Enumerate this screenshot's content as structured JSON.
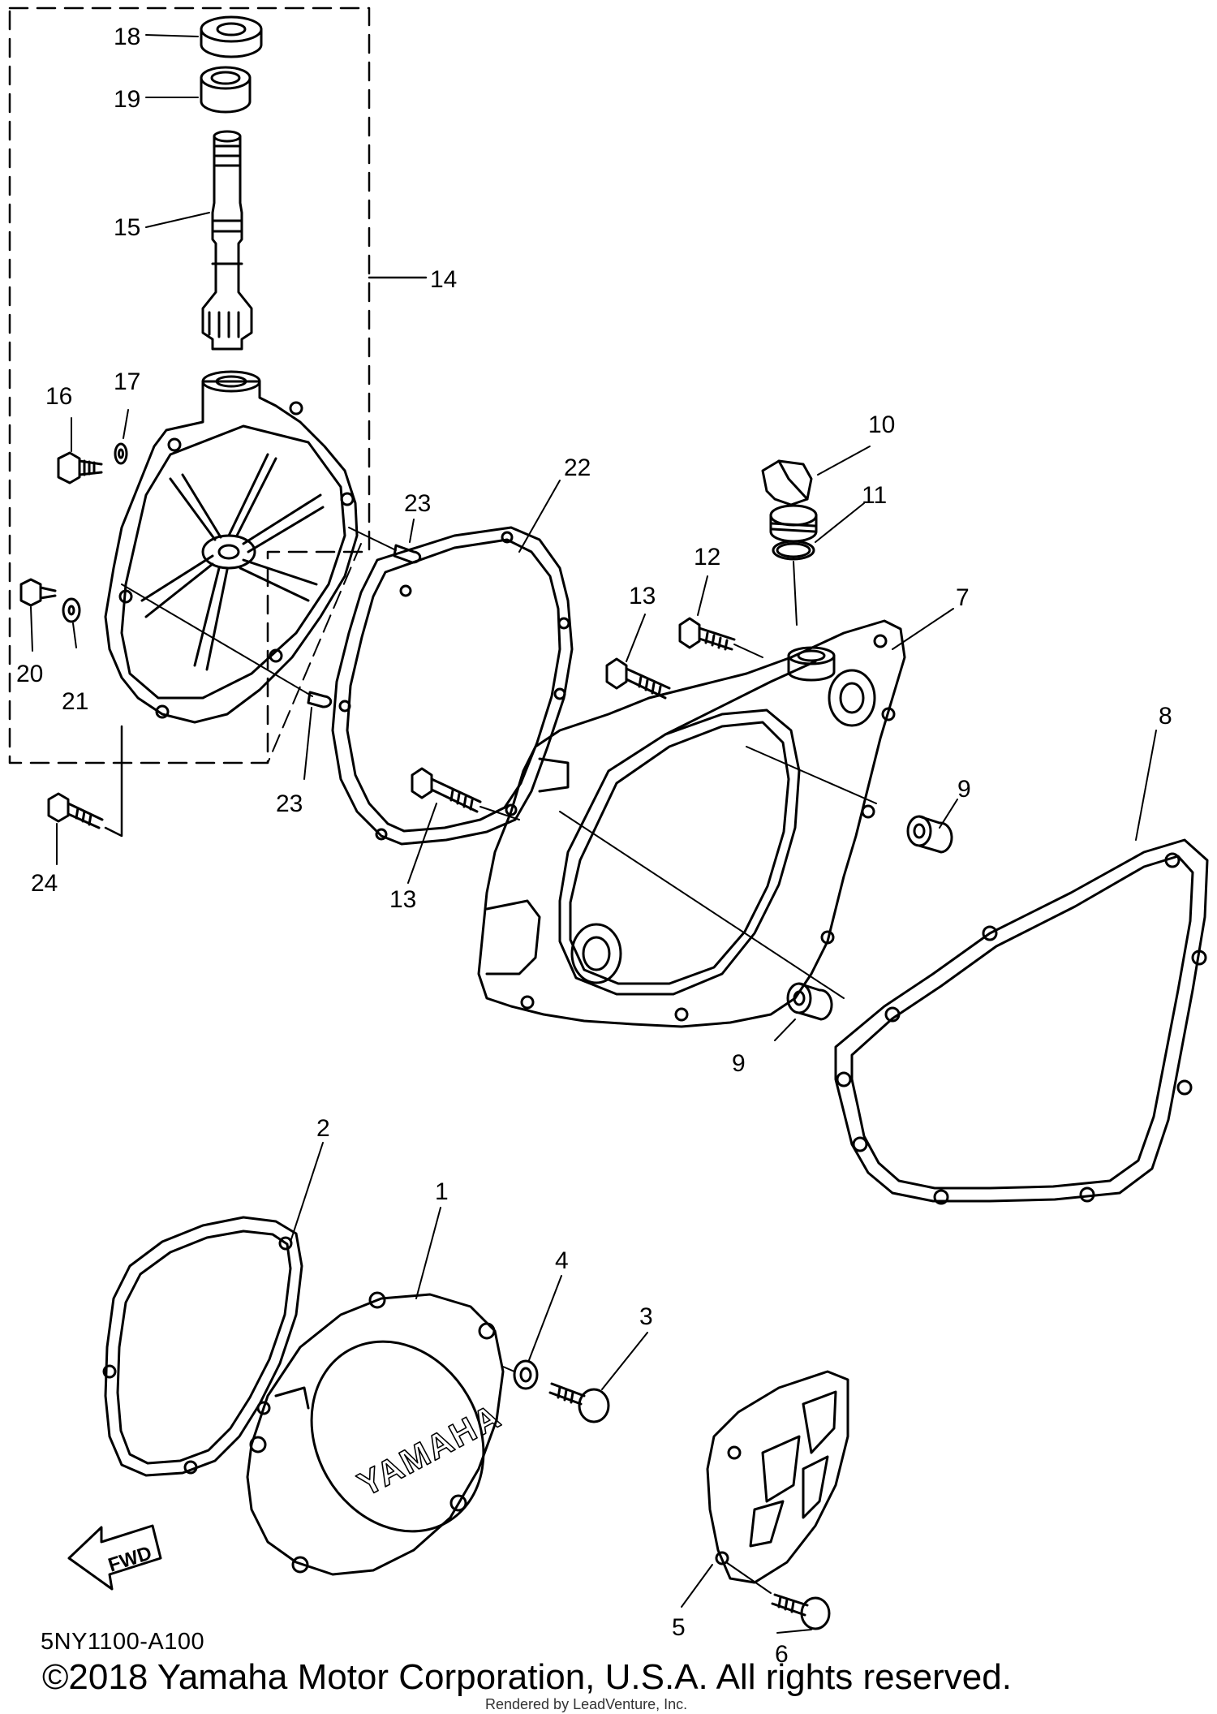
{
  "callouts": [
    "1",
    "2",
    "3",
    "4",
    "5",
    "6",
    "7",
    "8",
    "9",
    "9",
    "10",
    "11",
    "12",
    "13",
    "13",
    "14",
    "15",
    "16",
    "17",
    "18",
    "19",
    "20",
    "21",
    "22",
    "23",
    "23",
    "24"
  ],
  "cover_brand": "YAMAHA",
  "fwd_label": "FWD",
  "diagram_code": "5NY1100-A100",
  "copyright": "©2018 Yamaha Motor Corporation, U.S.A. All rights reserved.",
  "rendered_by": "Rendered by LeadVenture, Inc.",
  "colors": {
    "line": "#000000",
    "background": "#ffffff"
  }
}
